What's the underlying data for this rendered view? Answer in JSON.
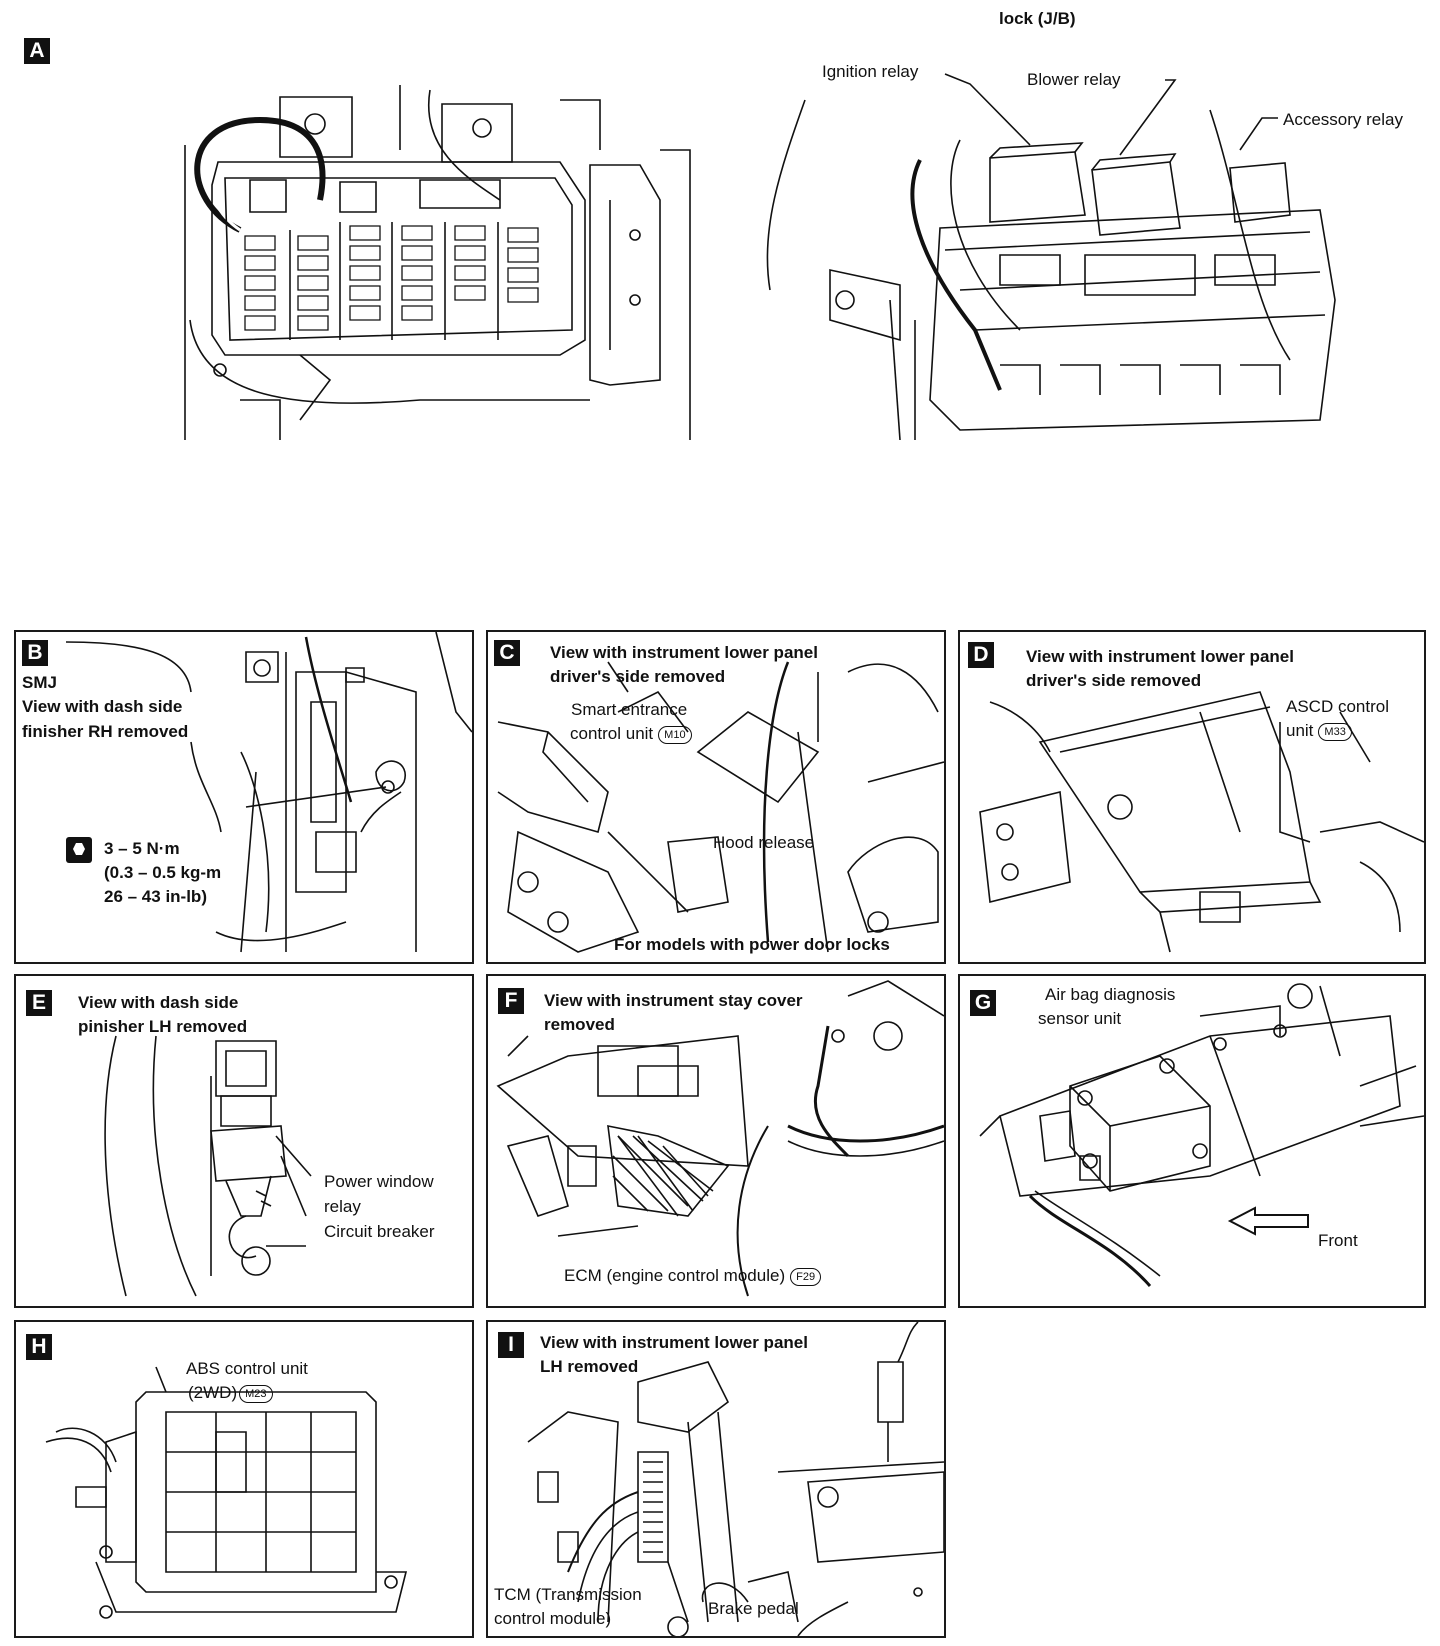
{
  "top": {
    "badge": "A",
    "heading": "lock (J/B)",
    "labels": {
      "ignition": "Ignition relay",
      "blower": "Blower relay",
      "accessory": "Accessory relay"
    }
  },
  "panels": {
    "b": {
      "badge": "B",
      "title1": "SMJ",
      "title2": "View with dash side",
      "title3": "finisher RH removed",
      "torque1": "3 – 5 N·m",
      "torque2": "(0.3 – 0.5 kg-m",
      "torque3": "26 – 43 in-lb)"
    },
    "c": {
      "badge": "C",
      "title1": "View with instrument lower panel",
      "title2": "driver's side removed",
      "label1": "Smart entrance",
      "label2": "control unit",
      "connector": "M10",
      "hood": "Hood release",
      "note": "For models with power door locks"
    },
    "d": {
      "badge": "D",
      "title1": "View with instrument lower panel",
      "title2": "driver's side removed",
      "label1": "ASCD control",
      "label2": "unit",
      "connector": "M33"
    },
    "e": {
      "badge": "E",
      "title1": "View with dash side",
      "title2": "pinisher LH removed",
      "label1": "Power window",
      "label2": "relay",
      "label3": "Circuit breaker"
    },
    "f": {
      "badge": "F",
      "title1": "View with instrument stay cover",
      "title2": "removed",
      "ecm": "ECM (engine control module)",
      "connector": "F29"
    },
    "g": {
      "badge": "G",
      "label1": "Air bag diagnosis",
      "label2": "sensor unit",
      "front": "Front"
    },
    "h": {
      "badge": "H",
      "label1": "ABS control unit",
      "label2": "(2WD)",
      "connector": "M23"
    },
    "i": {
      "badge": "I",
      "title1": "View with instrument lower panel",
      "title2": "LH removed",
      "tcm1": "TCM (Transmission",
      "tcm2": "control module)",
      "brake": "Brake pedal"
    }
  }
}
